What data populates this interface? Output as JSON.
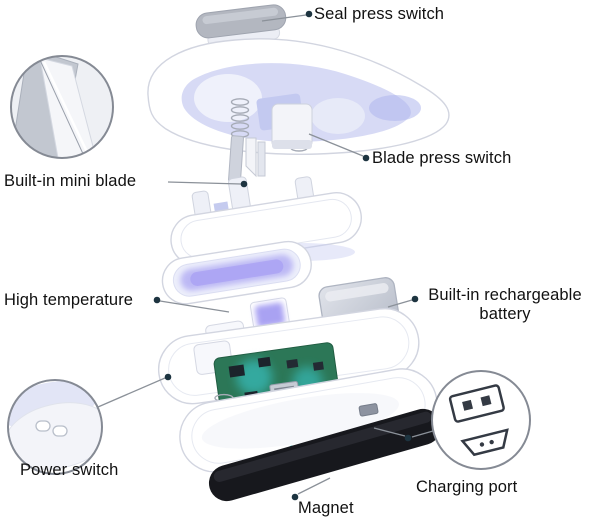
{
  "figure": {
    "kind": "exploded-view-product-diagram",
    "labels": [
      {
        "id": "seal-press-switch",
        "text": "Seal press switch"
      },
      {
        "id": "blade-press-switch",
        "text": "Blade press switch"
      },
      {
        "id": "built-in-mini-blade",
        "text": "Built-in mini blade"
      },
      {
        "id": "high-temperature",
        "text": "High temperature"
      },
      {
        "id": "built-in-rechargeable-battery",
        "text": "Built-in rechargeable battery"
      },
      {
        "id": "power-switch",
        "text": "Power switch"
      },
      {
        "id": "magnet",
        "text": "Magnet"
      },
      {
        "id": "charging-port",
        "text": "Charging port"
      }
    ],
    "insets": [
      {
        "id": "blade-closeup",
        "shows": "mini blade detail"
      },
      {
        "id": "power-switch-closeup",
        "shows": "two power buttons"
      },
      {
        "id": "charging-port-closeup",
        "shows": "USB-A and micro-USB icons"
      }
    ],
    "colors": {
      "background": "#ffffff",
      "device_body": "#ffffff",
      "body_outline": "#d2d5e0",
      "inner_lavender": "#c9cef1",
      "heat_glow_purple": "#8d83ee",
      "pcb_green": "#2c7757",
      "pcb_glow_teal": "#3ad2da",
      "battery_gray": "#c4c9d4",
      "magnet_black": "#17181d",
      "knob_gray": "#b3b7c0",
      "callout_line": "#8b9199",
      "callout_dot": "#1d3440",
      "label_text": "#111111",
      "inset_ring": "#858a94"
    }
  }
}
